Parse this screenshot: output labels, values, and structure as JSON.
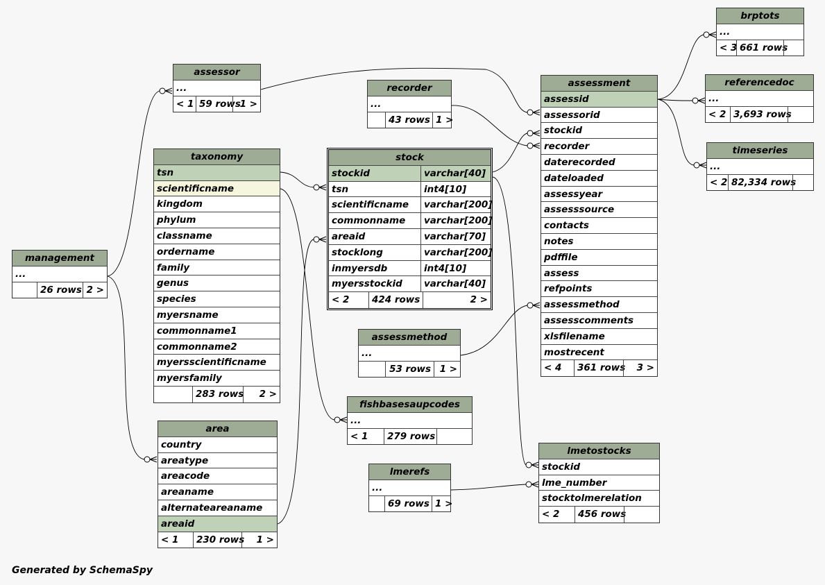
{
  "footer": "Generated by SchemaSpy",
  "tables": [
    {
      "id": "assessor",
      "name": "assessor",
      "rows": [
        {
          "c": "..."
        }
      ],
      "footer": [
        "< 1",
        "59 rows",
        "1 >"
      ]
    },
    {
      "id": "recorder",
      "name": "recorder",
      "rows": [
        {
          "c": "..."
        }
      ],
      "footer": [
        "",
        "43 rows",
        "1 >"
      ]
    },
    {
      "id": "brptots",
      "name": "brptots",
      "rows": [
        {
          "c": "..."
        }
      ],
      "footer": [
        "< 3",
        "661 rows",
        ""
      ]
    },
    {
      "id": "referencedoc",
      "name": "referencedoc",
      "rows": [
        {
          "c": "..."
        }
      ],
      "footer": [
        "< 2",
        "3,693 rows",
        ""
      ]
    },
    {
      "id": "timeseries",
      "name": "timeseries",
      "rows": [
        {
          "c": "..."
        }
      ],
      "footer": [
        "< 2",
        "82,334 rows",
        ""
      ]
    },
    {
      "id": "management",
      "name": "management",
      "rows": [
        {
          "c": "..."
        }
      ],
      "footer": [
        "",
        "26 rows",
        "2 >"
      ]
    },
    {
      "id": "taxonomy",
      "name": "taxonomy",
      "rows": [
        {
          "c": "tsn",
          "k": "pk"
        },
        {
          "c": "scientificname",
          "k": "hl"
        },
        {
          "c": "kingdom"
        },
        {
          "c": "phylum"
        },
        {
          "c": "classname"
        },
        {
          "c": "ordername"
        },
        {
          "c": "family"
        },
        {
          "c": "genus"
        },
        {
          "c": "species"
        },
        {
          "c": "myersname"
        },
        {
          "c": "commonname1"
        },
        {
          "c": "commonname2"
        },
        {
          "c": "myersscientificname"
        },
        {
          "c": "myersfamily"
        }
      ],
      "footer": [
        "",
        "283 rows",
        "2 >"
      ]
    },
    {
      "id": "stock",
      "name": "stock",
      "selected": true,
      "rows": [
        {
          "c": "stockid",
          "t": "varchar[40]",
          "k": "pk"
        },
        {
          "c": "tsn",
          "t": "int4[10]"
        },
        {
          "c": "scientificname",
          "t": "varchar[200]"
        },
        {
          "c": "commonname",
          "t": "varchar[200]"
        },
        {
          "c": "areaid",
          "t": "varchar[70]"
        },
        {
          "c": "stocklong",
          "t": "varchar[200]"
        },
        {
          "c": "inmyersdb",
          "t": "int4[10]"
        },
        {
          "c": "myersstockid",
          "t": "varchar[40]"
        }
      ],
      "footer": [
        "< 2",
        "424 rows",
        "2 >"
      ]
    },
    {
      "id": "assessment",
      "name": "assessment",
      "rows": [
        {
          "c": "assessid",
          "k": "pk"
        },
        {
          "c": "assessorid"
        },
        {
          "c": "stockid"
        },
        {
          "c": "recorder"
        },
        {
          "c": "daterecorded"
        },
        {
          "c": "dateloaded"
        },
        {
          "c": "assessyear"
        },
        {
          "c": "assesssource"
        },
        {
          "c": "contacts"
        },
        {
          "c": "notes"
        },
        {
          "c": "pdffile"
        },
        {
          "c": "assess"
        },
        {
          "c": "refpoints"
        },
        {
          "c": "assessmethod"
        },
        {
          "c": "assesscomments"
        },
        {
          "c": "xlsfilename"
        },
        {
          "c": "mostrecent"
        }
      ],
      "footer": [
        "< 4",
        "361 rows",
        "3 >"
      ]
    },
    {
      "id": "assessmethod",
      "name": "assessmethod",
      "rows": [
        {
          "c": "..."
        }
      ],
      "footer": [
        "",
        "53 rows",
        "1 >"
      ]
    },
    {
      "id": "fishbasesaupcodes",
      "name": "fishbasesaupcodes",
      "rows": [
        {
          "c": "..."
        }
      ],
      "footer": [
        "< 1",
        "279 rows",
        ""
      ]
    },
    {
      "id": "area",
      "name": "area",
      "rows": [
        {
          "c": "country"
        },
        {
          "c": "areatype"
        },
        {
          "c": "areacode"
        },
        {
          "c": "areaname"
        },
        {
          "c": "alternateareaname"
        },
        {
          "c": "areaid",
          "k": "pk"
        }
      ],
      "footer": [
        "< 1",
        "230 rows",
        "1 >"
      ]
    },
    {
      "id": "lmerefs",
      "name": "lmerefs",
      "rows": [
        {
          "c": "..."
        }
      ],
      "footer": [
        "",
        "69 rows",
        "1 >"
      ]
    },
    {
      "id": "lmetostocks",
      "name": "lmetostocks",
      "rows": [
        {
          "c": "stockid"
        },
        {
          "c": "lme_number"
        },
        {
          "c": "stocktolmerelation"
        }
      ],
      "footer": [
        "< 2",
        "456 rows",
        ""
      ]
    }
  ]
}
